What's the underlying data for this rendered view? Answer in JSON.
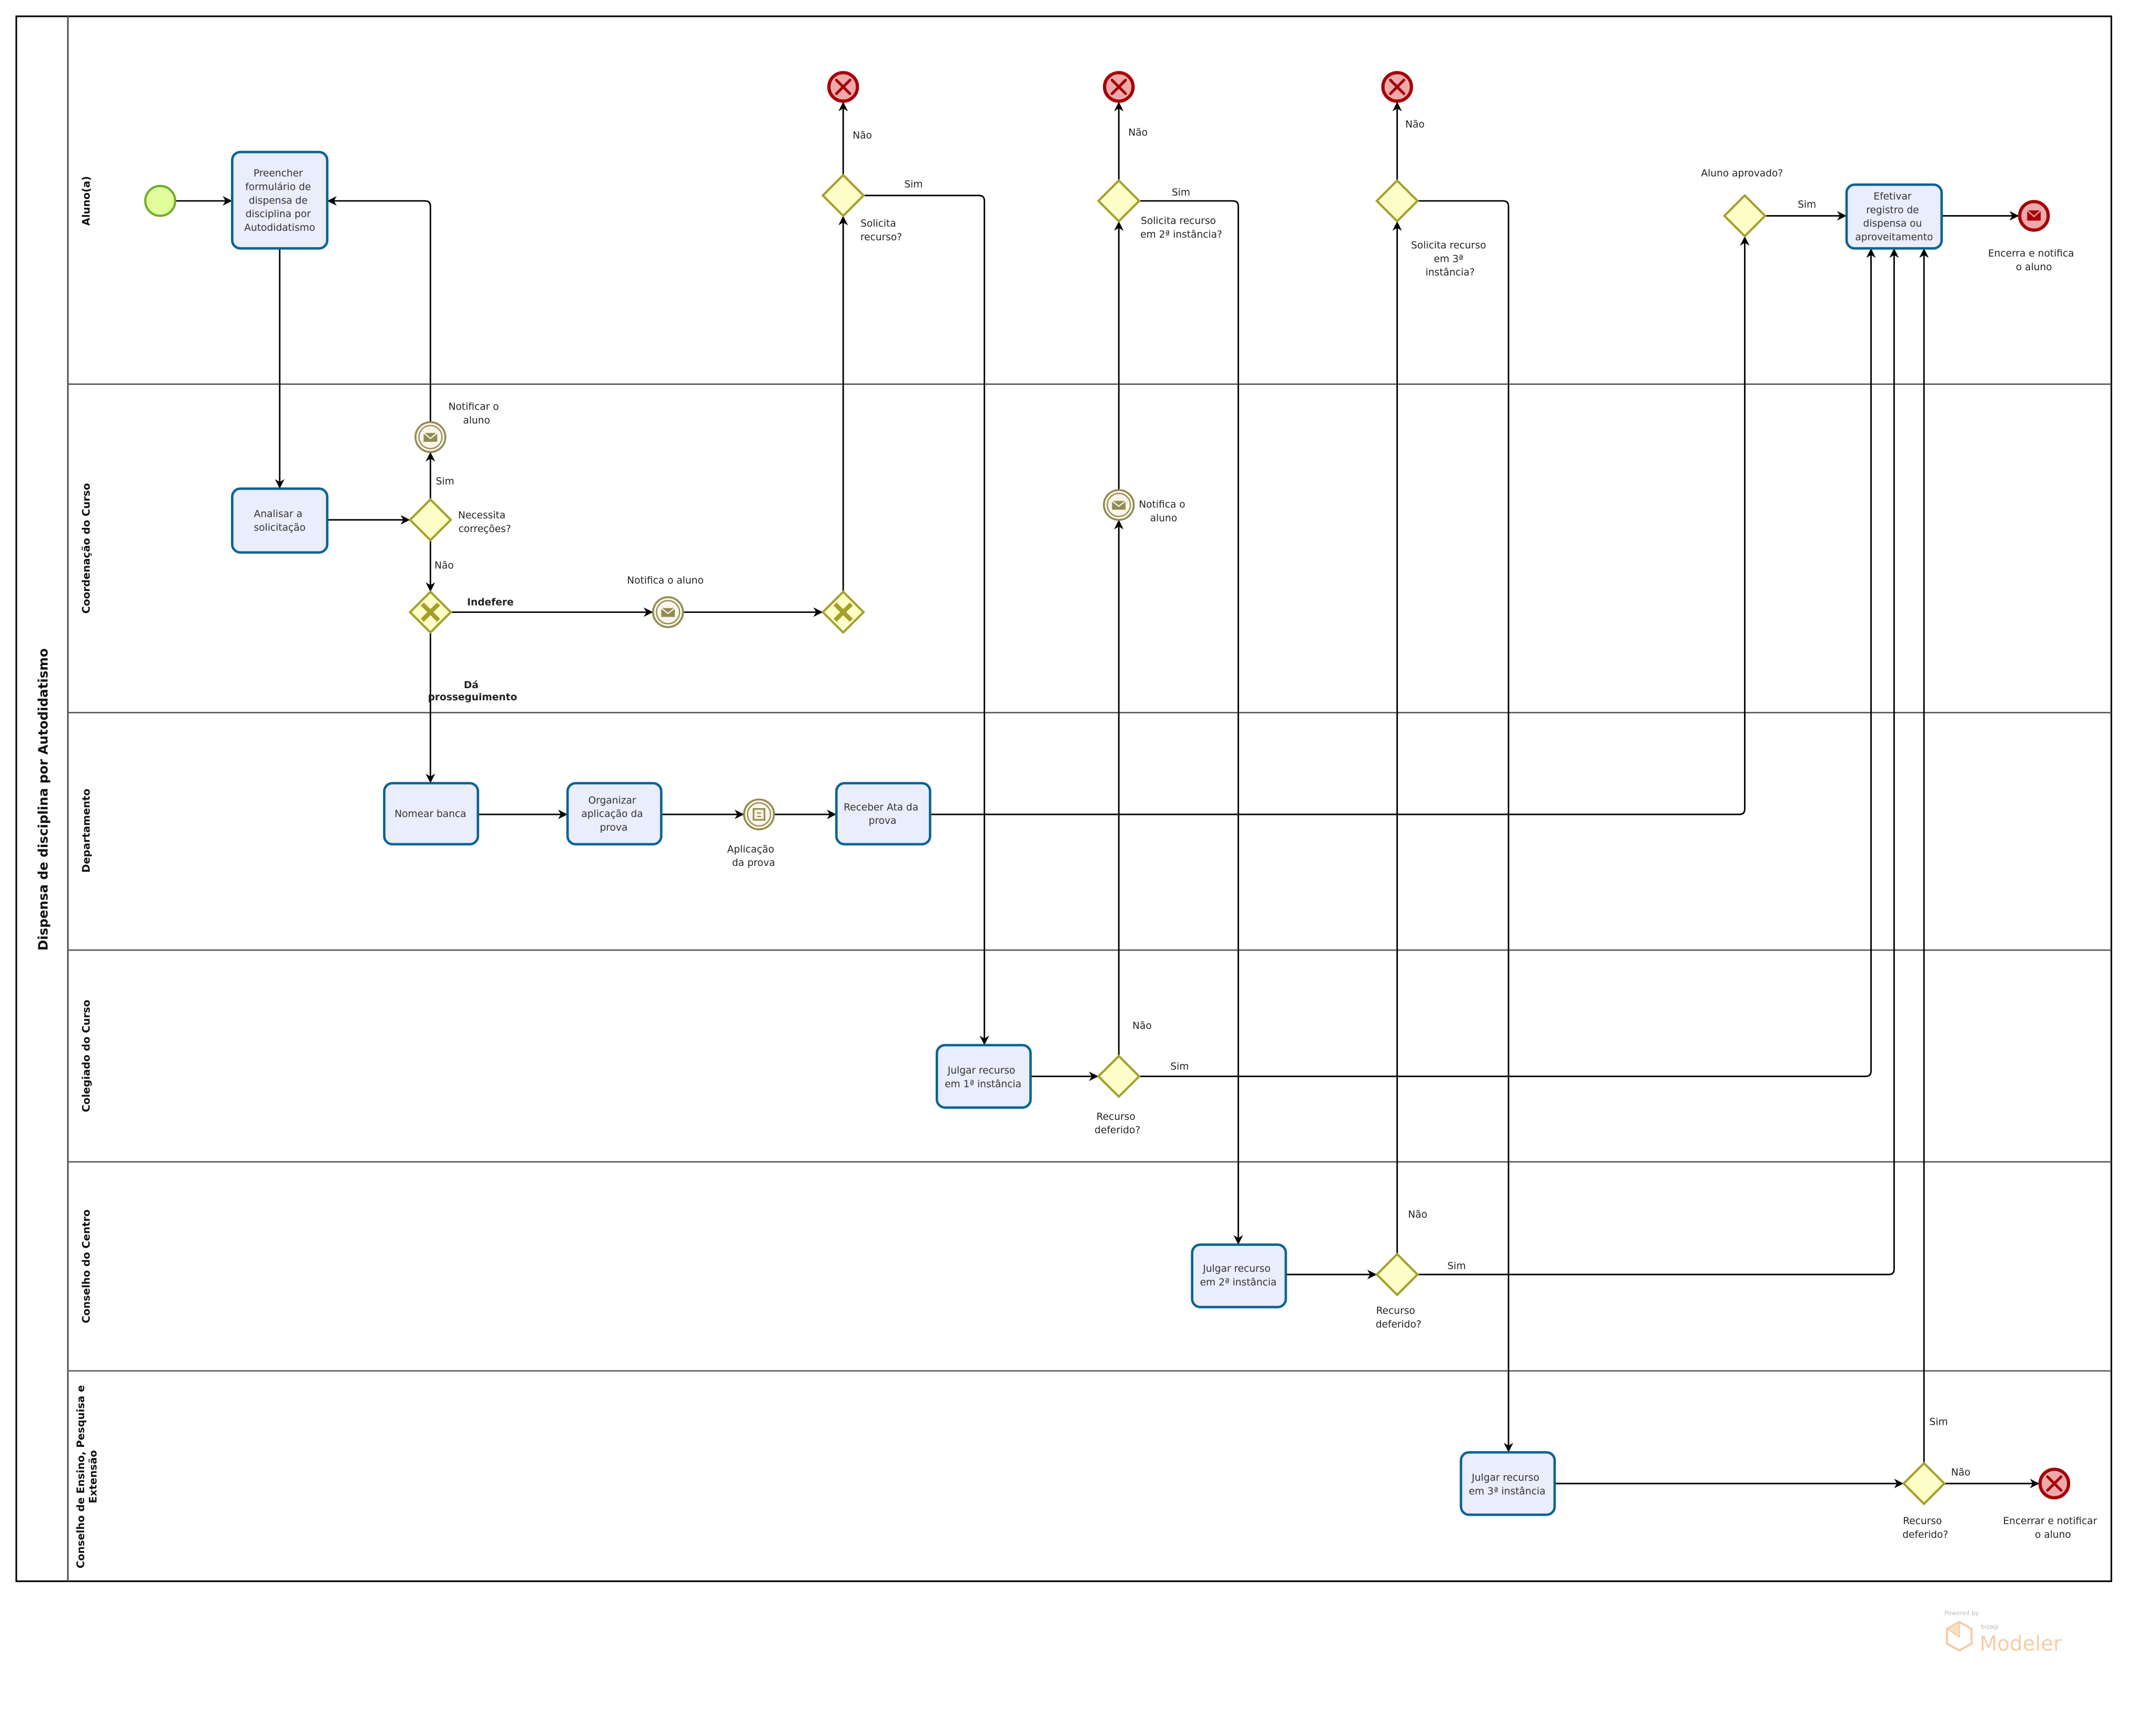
{
  "diagram": {
    "pool_title": "Dispensa de disciplina por Autodidatismo",
    "lanes": [
      {
        "label": "Aluno(a)"
      },
      {
        "label": "Coordenação do Curso"
      },
      {
        "label": "Departamento"
      },
      {
        "label": "Colegiado do Curso"
      },
      {
        "label": "Conselho do Centro"
      },
      {
        "label_line1": "Conselho de Ensino, Pesquisa e",
        "label_line2": "Extensão"
      }
    ],
    "tasks": {
      "preencher": [
        "Preencher",
        "formulário de",
        "dispensa de",
        "disciplina por",
        "Autodidatismo"
      ],
      "analisar": [
        "Analisar a",
        "solicitação"
      ],
      "nomear": [
        "Nomear banca"
      ],
      "organizar": [
        "Organizar",
        "aplicação da",
        "prova"
      ],
      "receber": [
        "Receber Ata da",
        "prova"
      ],
      "julgar1": [
        "Julgar recurso",
        "em 1ª instância"
      ],
      "julgar2": [
        "Julgar recurso",
        "em 2ª instância"
      ],
      "julgar3": [
        "Julgar recurso",
        "em 3ª instância"
      ],
      "efetivar": [
        "Efetivar",
        "registro de",
        "dispensa ou",
        "aproveitamento"
      ]
    },
    "gateways": {
      "necessita": [
        "Necessita",
        "correções?"
      ],
      "solicita1": [
        "Solicita",
        "recurso?"
      ],
      "solicita2": [
        "Solicita recurso",
        "em 2ª instância?"
      ],
      "solicita3": [
        "Solicita recurso",
        "em 3ª",
        "instância?"
      ],
      "aprovado": [
        "Aluno aprovado?"
      ],
      "deferido1": [
        "Recurso",
        "deferido?"
      ],
      "deferido2": [
        "Recurso",
        "deferido?"
      ],
      "deferido3": [
        "Recurso",
        "deferido?"
      ]
    },
    "events": {
      "notificar_correcao": [
        "Notificar o",
        "aluno"
      ],
      "notifica_indefere": [
        "Notifica o aluno"
      ],
      "notifica_2": [
        "Notifica o",
        "aluno"
      ],
      "aplicacao": [
        "Aplicação",
        "da prova"
      ],
      "encerra_notifica": [
        "Encerra e notifica",
        "o aluno"
      ],
      "encerrar_notificar": [
        "Encerrar e notificar",
        "o aluno"
      ]
    },
    "flow_labels": {
      "sim": "Sim",
      "nao": "Não",
      "indefere": "Indefere",
      "da_prosseguimento_1": "Dá",
      "da_prosseguimento_2": "prosseguimento"
    },
    "colors": {
      "task_fill": "#e9edfc",
      "task_stroke": "#0c6493",
      "gateway_fill": "#fdfdc8",
      "gateway_stroke": "#a3a02b",
      "start_fill": "#e1fc9a",
      "end_fill": "#eea9ab",
      "end_stroke": "#a40007",
      "intermediate_stroke": "#938a52"
    }
  },
  "watermark": {
    "powered_by": "Powered by",
    "brand": "bizagi",
    "product": "Modeler"
  }
}
